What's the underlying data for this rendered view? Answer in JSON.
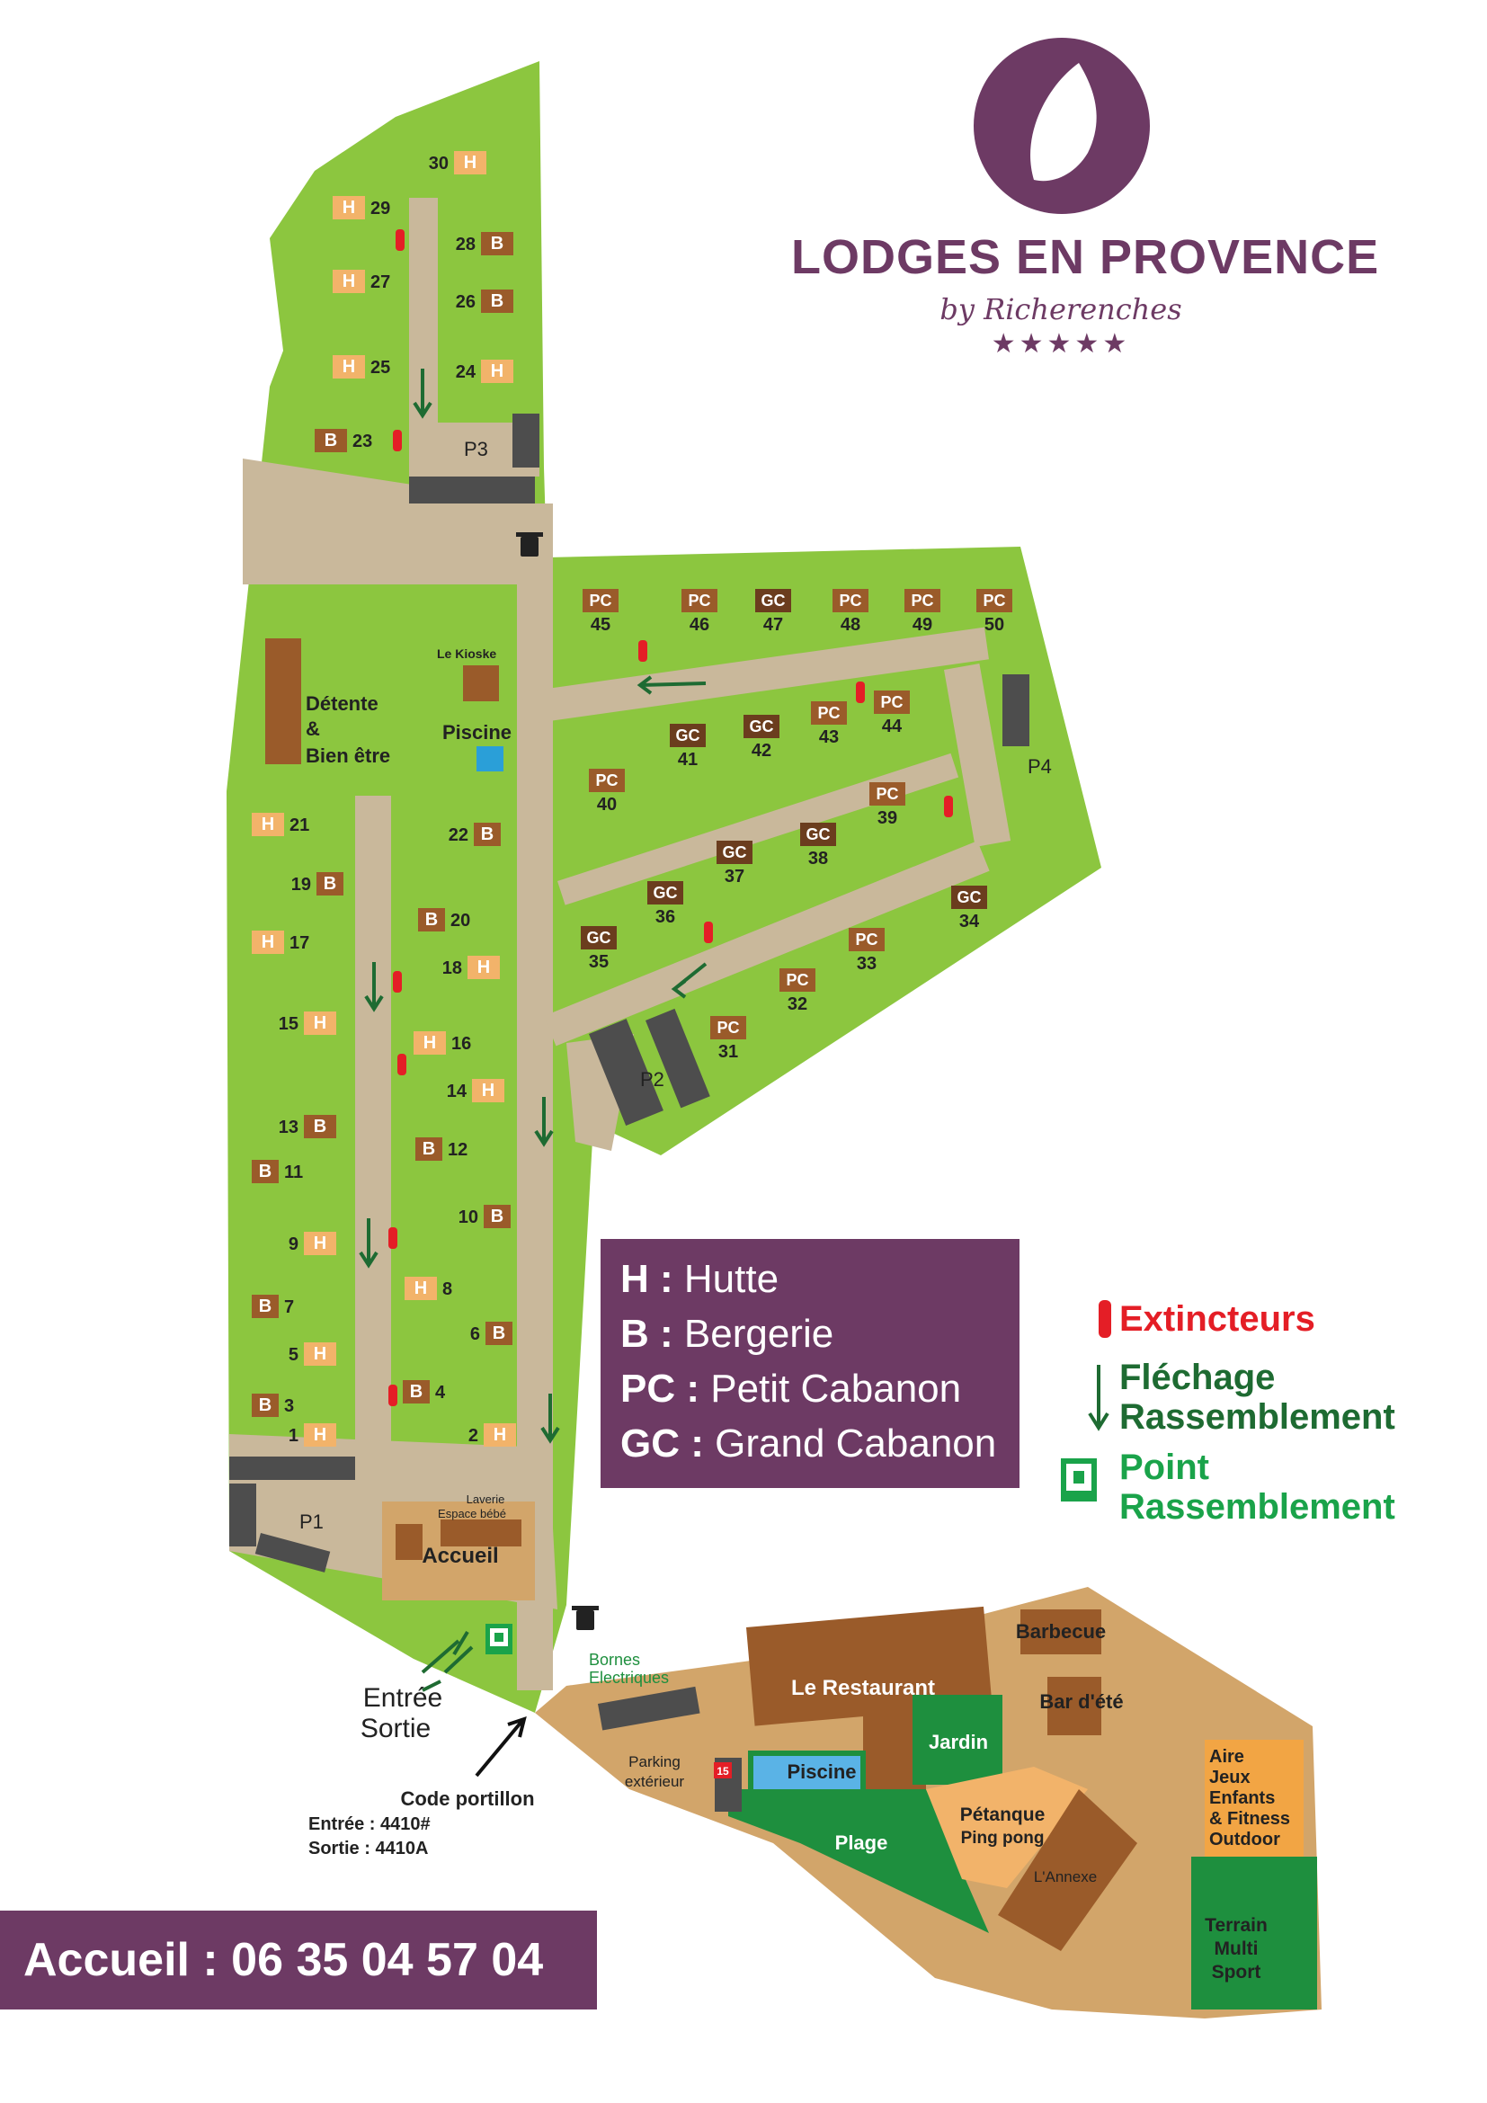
{
  "brand": {
    "name": "LODGES EN PROVENCE",
    "byline": "by Richerenches",
    "stars": "★★★★★"
  },
  "legend": {
    "types": [
      {
        "code": "H :",
        "label": "Hutte"
      },
      {
        "code": "B :",
        "label": "Bergerie"
      },
      {
        "code": "PC :",
        "label": "Petit Cabanon"
      },
      {
        "code": "GC :",
        "label": "Grand Cabanon"
      }
    ],
    "extincteurs": "Extincteurs",
    "flechage": [
      "Fléchage",
      "Rassemblement"
    ],
    "point": [
      "Point",
      "Rassemblement"
    ]
  },
  "colors": {
    "brand": "#6d3a64",
    "grass": "#8cc63f",
    "path": "#c9b89b",
    "hutte": "#f2b36a",
    "bergerie": "#9a5b2a",
    "grand_cabanon": "#6b3d1e",
    "extincteur": "#e41e26",
    "flechage": "#1e6b32",
    "point": "#1aa34a"
  },
  "phone": "Accueil : 06 35 04 57 04",
  "places": {
    "p1": "P1",
    "p2": "P2",
    "p3": "P3",
    "p4": "P4",
    "kiosk": "Le Kioske",
    "piscine_top": "Piscine",
    "detente": [
      "Détente",
      "&",
      "Bien être"
    ],
    "laverie": "Laverie",
    "espace_bebe": "Espace bébé",
    "accueil": "Accueil",
    "entree": "Entrée",
    "sortie": "Sortie",
    "code_title": "Code portillon",
    "code_in": "Entrée : 4410#",
    "code_out": "Sortie : 4410A",
    "bornes": [
      "Bornes",
      "Electriques"
    ],
    "parking_ext": [
      "Parking",
      "extérieur"
    ],
    "restaurant": "Le Restaurant",
    "barbecue": "Barbecue",
    "bar_ete": "Bar d'été",
    "piscine_bottom": "Piscine",
    "jardin": "Jardin",
    "plage": "Plage",
    "petanque": [
      "Pétanque",
      "Ping pong"
    ],
    "annexe": "L'Annexe",
    "aire": [
      "Aire",
      "Jeux",
      "Enfants",
      "& Fitness",
      "Outdoor"
    ],
    "terrain": [
      "Terrain",
      "Multi",
      "Sport"
    ],
    "parking_badge": "15"
  },
  "lodges": [
    {
      "num": "30",
      "type": "H"
    },
    {
      "num": "29",
      "type": "H"
    },
    {
      "num": "28",
      "type": "B"
    },
    {
      "num": "27",
      "type": "H"
    },
    {
      "num": "26",
      "type": "B"
    },
    {
      "num": "25",
      "type": "H"
    },
    {
      "num": "24",
      "type": "H"
    },
    {
      "num": "23",
      "type": "B"
    },
    {
      "num": "22",
      "type": "B"
    },
    {
      "num": "21",
      "type": "H"
    },
    {
      "num": "20",
      "type": "B"
    },
    {
      "num": "19",
      "type": "B"
    },
    {
      "num": "18",
      "type": "H"
    },
    {
      "num": "17",
      "type": "H"
    },
    {
      "num": "16",
      "type": "H"
    },
    {
      "num": "15",
      "type": "H"
    },
    {
      "num": "14",
      "type": "H"
    },
    {
      "num": "13",
      "type": "B"
    },
    {
      "num": "12",
      "type": "B"
    },
    {
      "num": "11",
      "type": "B"
    },
    {
      "num": "10",
      "type": "B"
    },
    {
      "num": "9",
      "type": "H"
    },
    {
      "num": "8",
      "type": "H"
    },
    {
      "num": "7",
      "type": "B"
    },
    {
      "num": "6",
      "type": "B"
    },
    {
      "num": "5",
      "type": "H"
    },
    {
      "num": "4",
      "type": "B"
    },
    {
      "num": "3",
      "type": "B"
    },
    {
      "num": "2",
      "type": "H"
    },
    {
      "num": "1",
      "type": "H"
    },
    {
      "num": "45",
      "type": "PC"
    },
    {
      "num": "46",
      "type": "PC"
    },
    {
      "num": "47",
      "type": "GC"
    },
    {
      "num": "48",
      "type": "PC"
    },
    {
      "num": "49",
      "type": "PC"
    },
    {
      "num": "50",
      "type": "PC"
    },
    {
      "num": "44",
      "type": "PC"
    },
    {
      "num": "43",
      "type": "PC"
    },
    {
      "num": "42",
      "type": "GC"
    },
    {
      "num": "41",
      "type": "GC"
    },
    {
      "num": "40",
      "type": "PC"
    },
    {
      "num": "39",
      "type": "PC"
    },
    {
      "num": "38",
      "type": "GC"
    },
    {
      "num": "37",
      "type": "GC"
    },
    {
      "num": "36",
      "type": "GC"
    },
    {
      "num": "35",
      "type": "GC"
    },
    {
      "num": "34",
      "type": "GC"
    },
    {
      "num": "33",
      "type": "PC"
    },
    {
      "num": "32",
      "type": "PC"
    },
    {
      "num": "31",
      "type": "PC"
    }
  ]
}
